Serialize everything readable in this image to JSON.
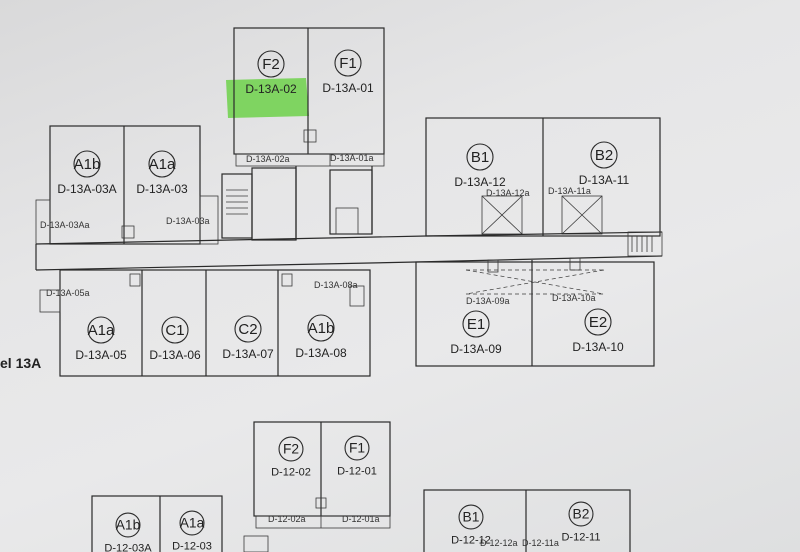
{
  "level_label": "el 13A",
  "highlight_color": "#6dd14a",
  "units_level_13A": [
    {
      "type": "F2",
      "code": "D-13A-02",
      "highlighted": true
    },
    {
      "type": "F1",
      "code": "D-13A-01"
    },
    {
      "type": "A1b",
      "code": "D-13A-03A"
    },
    {
      "type": "A1a",
      "code": "D-13A-03"
    },
    {
      "type": "B1",
      "code": "D-13A-12"
    },
    {
      "type": "B2",
      "code": "D-13A-11"
    },
    {
      "type": "A1a",
      "code": "D-13A-05"
    },
    {
      "type": "C1",
      "code": "D-13A-06"
    },
    {
      "type": "C2",
      "code": "D-13A-07"
    },
    {
      "type": "A1b",
      "code": "D-13A-08"
    },
    {
      "type": "E1",
      "code": "D-13A-09"
    },
    {
      "type": "E2",
      "code": "D-13A-10"
    }
  ],
  "balconies_level_13A": [
    "D-13A-02a",
    "D-13A-01a",
    "D-13A-03Aa",
    "D-13A-03a",
    "D-13A-12a",
    "D-13A-11a",
    "D-13A-05a",
    "D-13A-08a",
    "D-13A-09a",
    "D-13A-10a"
  ],
  "units_level_12": [
    {
      "type": "F2",
      "code": "D-12-02"
    },
    {
      "type": "F1",
      "code": "D-12-01"
    },
    {
      "type": "A1b",
      "code": "D-12-03A"
    },
    {
      "type": "A1a",
      "code": "D-12-03"
    },
    {
      "type": "B1",
      "code": "D-12-12"
    },
    {
      "type": "B2",
      "code": "D-12-11"
    }
  ],
  "balconies_level_12": [
    "D-12-02a",
    "D-12-01a",
    "D-12-12a",
    "D-12-11a"
  ]
}
